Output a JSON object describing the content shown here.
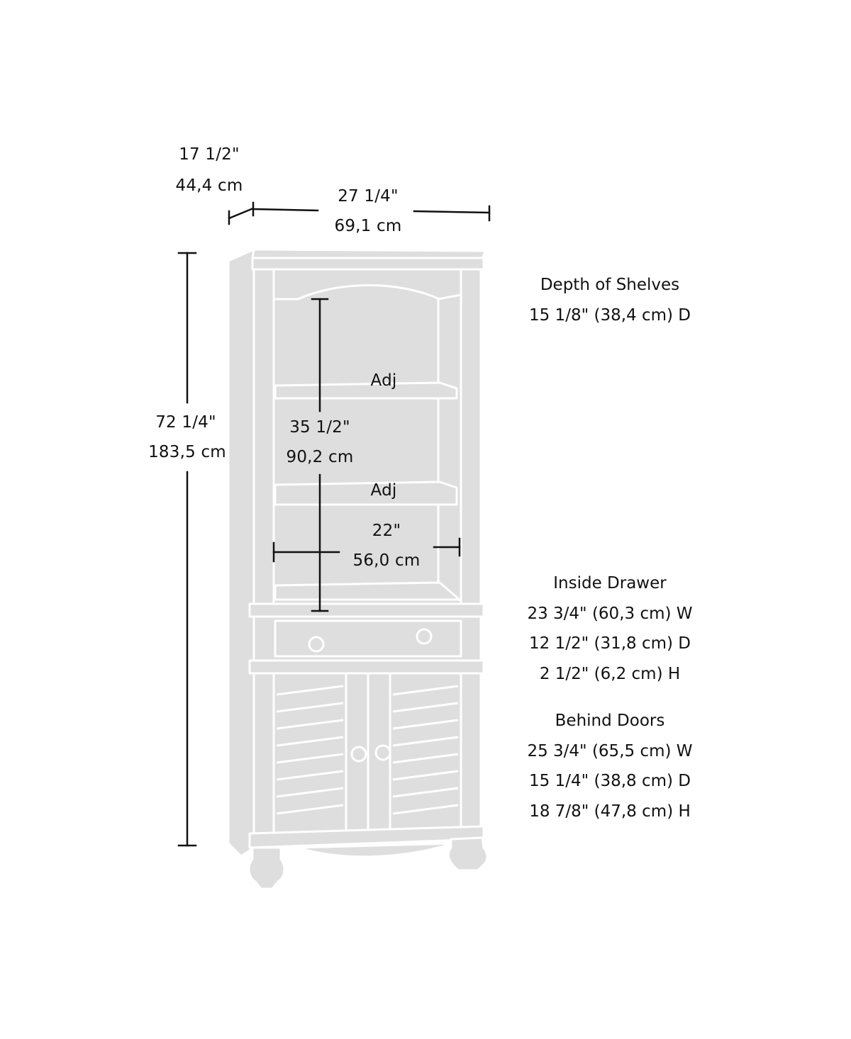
{
  "dimensions": {
    "depth": {
      "in": "17 1/2\"",
      "cm": "44,4 cm"
    },
    "width": {
      "in": "27 1/4\"",
      "cm": "69,1 cm"
    },
    "height": {
      "in": "72 1/4\"",
      "cm": "183,5 cm"
    },
    "shelf_height": {
      "in": "35 1/2\"",
      "cm": "90,2 cm"
    },
    "inner_width": {
      "in": "22\"",
      "cm": "56,0 cm"
    },
    "adj_upper": "Adj",
    "adj_lower": "Adj"
  },
  "specs": {
    "shelves": {
      "title": "Depth of Shelves",
      "lines": [
        "15 1/8\" (38,4 cm) D"
      ]
    },
    "drawer": {
      "title": "Inside Drawer",
      "lines": [
        "23  3/4\" (60,3 cm) W",
        "12 1/2\" (31,8 cm) D",
        "2 1/2\" (6,2 cm) H"
      ]
    },
    "doors": {
      "title": "Behind Doors",
      "lines": [
        "25  3/4\" (65,5 cm) W",
        "15 1/4\" (38,8 cm) D",
        "18 7/8\" (47,8 cm) H"
      ]
    }
  },
  "colors": {
    "cabinet_fill": "#dedede",
    "cabinet_edge": "#ffffff",
    "dimension_line": "#111111"
  }
}
